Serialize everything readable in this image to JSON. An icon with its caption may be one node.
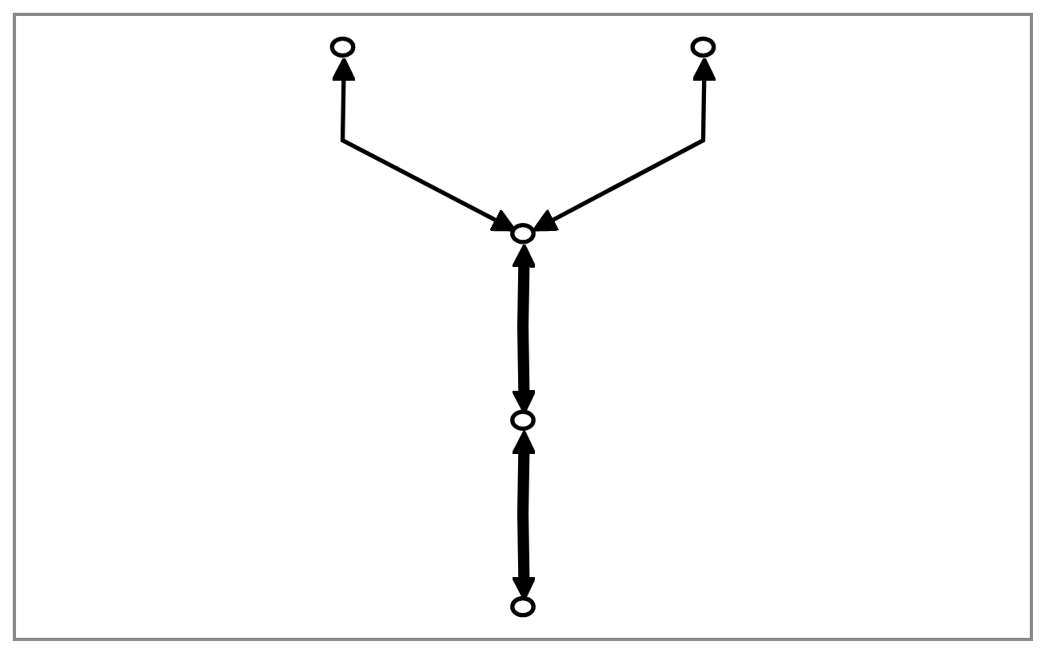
{
  "diagram": {
    "nodes": [
      {
        "text": [],
        "shape": "ellipse"
      },
      {
        "text": [],
        "shape": "ellipse"
      },
      {
        "text": [],
        "shape": "ellipse"
      },
      {
        "text": [],
        "shape": "ellipse"
      },
      {
        "text": [],
        "shape": "ellipse"
      }
    ],
    "edges": [
      {
        "from": 0,
        "to": 2,
        "arrow": "both"
      },
      {
        "from": 1,
        "to": 2,
        "arrow": "both"
      },
      {
        "from": 2,
        "to": 3,
        "arrow": "both",
        "style": "thick"
      },
      {
        "from": 3,
        "to": 4,
        "arrow": "both",
        "style": "thick"
      }
    ]
  }
}
